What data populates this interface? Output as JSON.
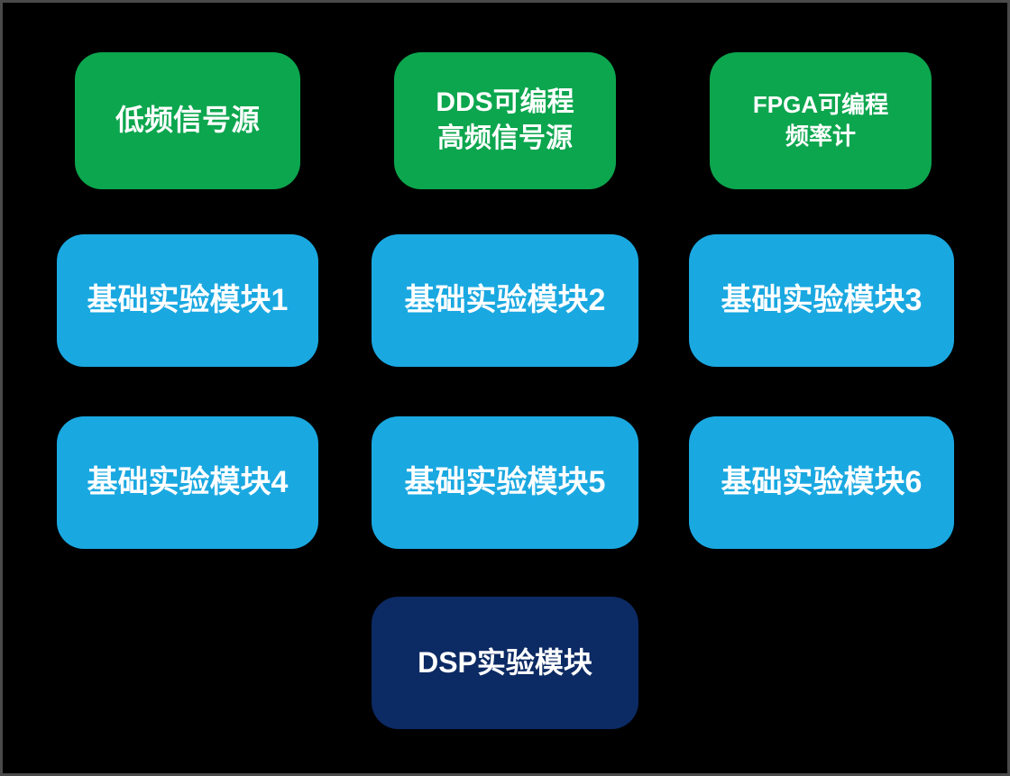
{
  "colors": {
    "background": "#000000",
    "border": "#4a4a4a",
    "source_green": "#0ca64e",
    "module_blue": "#1aa8e1",
    "dsp_navy": "#0c2a63",
    "text": "#ffffff"
  },
  "diagram": {
    "sources": {
      "low_freq": {
        "line1": "低频信号源"
      },
      "dds": {
        "line1": "DDS可编程",
        "line2": "高频信号源"
      },
      "fpga": {
        "line1": "FPGA可编程",
        "line2": "频率计"
      }
    },
    "basic_modules": {
      "m1": {
        "label": "基础实验模块1"
      },
      "m2": {
        "label": "基础实验模块2"
      },
      "m3": {
        "label": "基础实验模块3"
      },
      "m4": {
        "label": "基础实验模块4"
      },
      "m5": {
        "label": "基础实验模块5"
      },
      "m6": {
        "label": "基础实验模块6"
      }
    },
    "dsp_module": {
      "label": "DSP实验模块"
    }
  }
}
